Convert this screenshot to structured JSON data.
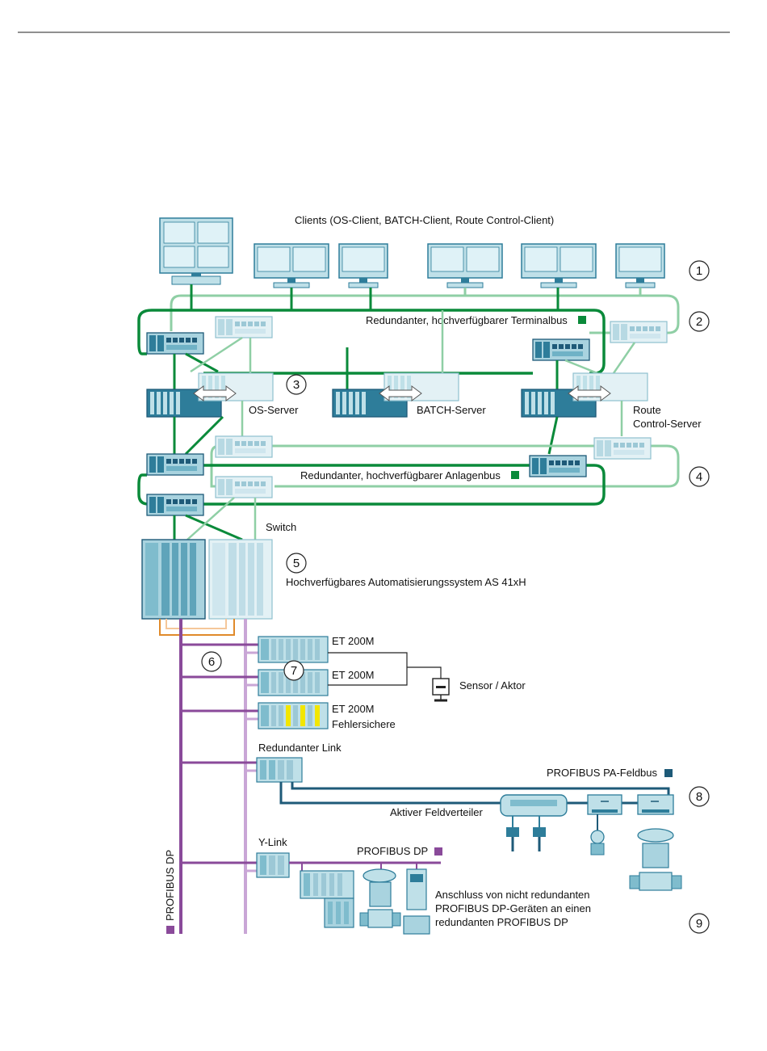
{
  "colors": {
    "terminal_bus_dark": "#0a8a3a",
    "terminal_bus_light": "#8fcfa5",
    "profibus_dp": "#8a4a9a",
    "profibus_dp_light": "#c9a6d6",
    "profibus_pa": "#1e5a78",
    "sync_link": "#e08a2a",
    "device_dark": "#2e7d9a",
    "device_light": "#bfe0e8",
    "failsafe_yellow": "#f2e600"
  },
  "labels": {
    "clients": "Clients (OS-Client, BATCH-Client, Route Control-Client)",
    "terminal_bus": "Redundanter, hochverfügbarer Terminalbus",
    "os_server": "OS-Server",
    "batch_server": "BATCH-Server",
    "route_server_line1": "Route",
    "route_server_line2": "Control-Server",
    "plant_bus": "Redundanter, hochverfügbarer Anlagenbus",
    "switch": "Switch",
    "as_system": "Hochverfügbares Automatisierungssystem AS 41xH",
    "et200m_1": "ET 200M",
    "et200m_2": "ET 200M",
    "et200m_3": "ET 200M",
    "failsafe": "Fehlersichere",
    "sensor": "Sensor / Aktor",
    "red_link": "Redundanter Link",
    "pa_bus": "PROFIBUS PA-Feldbus",
    "active_distributor": "Aktiver Feldverteiler",
    "y_link": "Y-Link",
    "profibus_dp_top": "PROFIBUS DP",
    "profibus_dp_vertical": "PROFIBUS DP",
    "note_line1": "Anschluss von nicht redundanten",
    "note_line2": "PROFIBUS DP-Geräten an einen",
    "note_line3": "redundanten PROFIBUS DP"
  },
  "callouts": [
    "1",
    "2",
    "3",
    "4",
    "5",
    "6",
    "7",
    "8",
    "9"
  ]
}
